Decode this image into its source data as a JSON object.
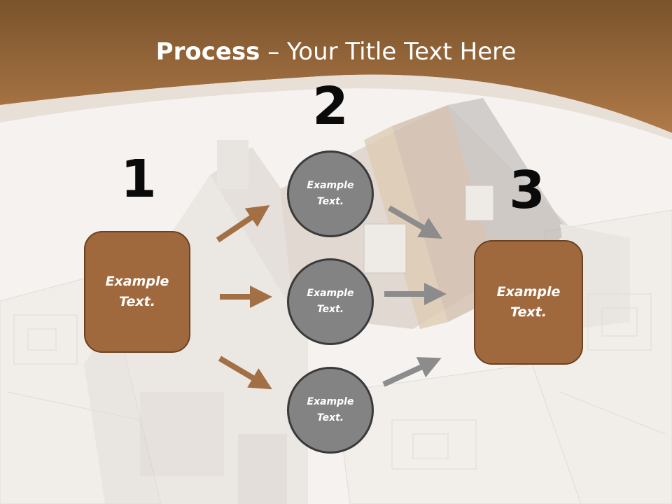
{
  "slide": {
    "title_bold": "Process",
    "title_rest": " – Your Title Text Here",
    "steps": [
      "1",
      "2",
      "3"
    ],
    "box_left": "Example\nText.",
    "box_right": "Example\nText.",
    "circles": [
      "Example\nText.",
      "Example\nText.",
      "Example\nText."
    ]
  },
  "colors": {
    "header": "#9b653a",
    "box_fill": "#a0683d",
    "circle_fill": "#838383",
    "arrow_brown": "#a36f45",
    "arrow_gray": "#8c8c8c"
  },
  "icons": [
    "house-blueprint-illustration"
  ]
}
